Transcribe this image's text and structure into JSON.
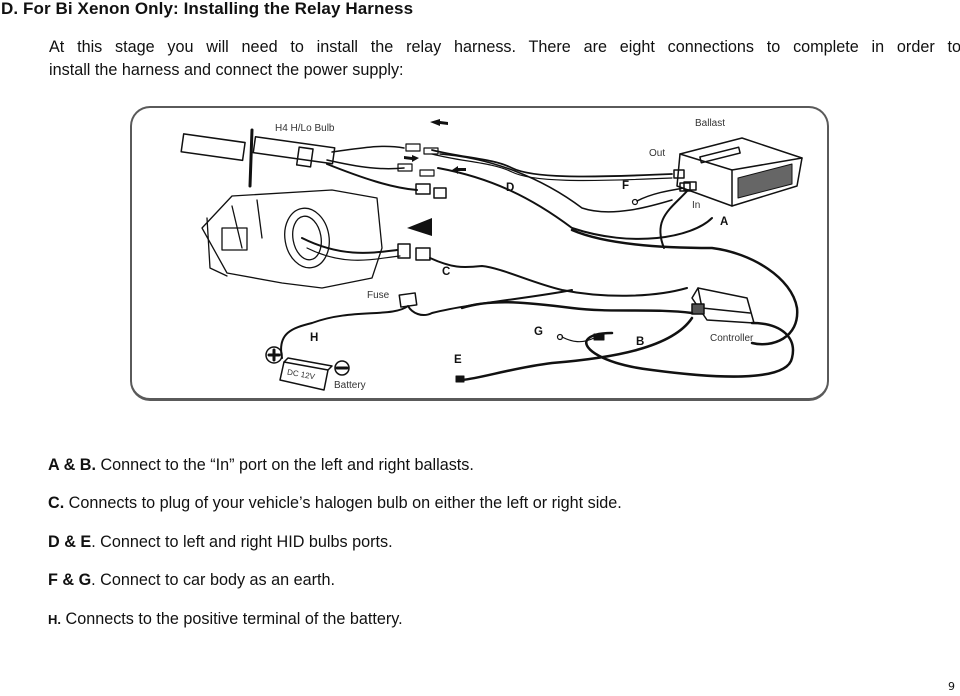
{
  "document": {
    "heading": "D. For Bi Xenon Only: Installing the Relay Harness",
    "intro_line1": "At this stage you will need to install the relay harness. There are eight connections to complete in order to",
    "intro_line2": "install the harness and connect the power supply:",
    "diagram": {
      "labels": {
        "bulb": "H4 H/Lo Bulb",
        "ballast": "Ballast",
        "out": "Out",
        "in": "In",
        "fuse": "Fuse",
        "controller": "Controller",
        "battery": "Battery",
        "battery_voltage": "DC 12V"
      },
      "connection_letters": [
        "A",
        "B",
        "C",
        "D",
        "E",
        "F",
        "G",
        "H"
      ],
      "icons": [
        "h4-bulb",
        "headlight-housing",
        "ballast-box",
        "controller-box",
        "fuse-holder",
        "battery",
        "positive-terminal",
        "negative-terminal",
        "direction-arrows"
      ]
    },
    "items": [
      {
        "key": "A & B.",
        "text": " Connect to the “In” port on the left and right ballasts."
      },
      {
        "key": "C.",
        "text": " Connects to plug of your vehicle’s halogen bulb on either the left or right side."
      },
      {
        "key": "D & E",
        "text": ". Connect to left and right HID bulbs ports."
      },
      {
        "key": "F & G",
        "text": ". Connect to car body as an earth."
      },
      {
        "key": "H.",
        "text": "  Connects to the positive terminal of the battery."
      }
    ],
    "page_number": "9"
  }
}
